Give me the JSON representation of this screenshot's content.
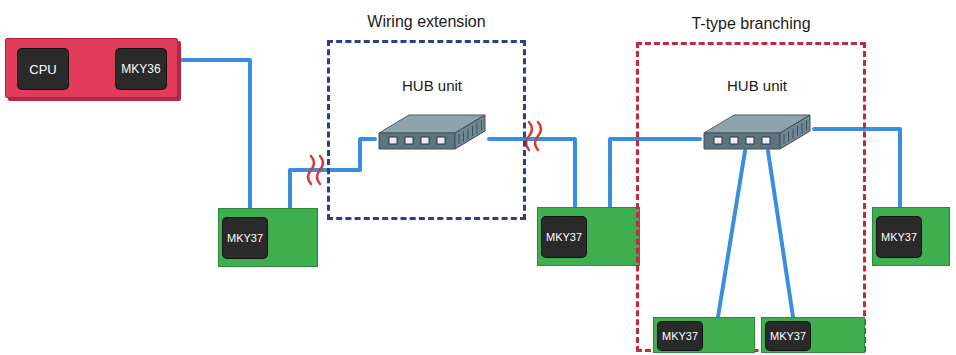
{
  "diagram": {
    "nodes": [
      {
        "text": [
          "CPU",
          "MKY36"
        ]
      },
      {
        "text": [
          "MKY37"
        ]
      },
      {
        "text": [
          "Wiring extension"
        ]
      },
      {
        "text": [
          "HUB unit"
        ],
        "in": 2
      },
      {
        "text": [
          "MKY37"
        ]
      },
      {
        "text": [
          "T-type branching"
        ]
      },
      {
        "text": [
          "HUB unit"
        ],
        "in": 5
      },
      {
        "text": [
          "MKY37"
        ],
        "in": 5
      },
      {
        "text": [
          "MKY37"
        ],
        "in": 5
      },
      {
        "text": [
          "MKY37"
        ]
      }
    ],
    "edges": [
      {
        "from": 0,
        "to": 1,
        "arrow": "none"
      },
      {
        "from": 1,
        "to": 3,
        "arrow": "none"
      },
      {
        "from": 3,
        "to": 4,
        "arrow": "none"
      },
      {
        "from": 4,
        "to": 6,
        "arrow": "none"
      },
      {
        "from": 6,
        "to": 7,
        "arrow": "none"
      },
      {
        "from": 6,
        "to": 8,
        "arrow": "none"
      },
      {
        "from": 6,
        "to": 9,
        "arrow": "none"
      }
    ]
  }
}
